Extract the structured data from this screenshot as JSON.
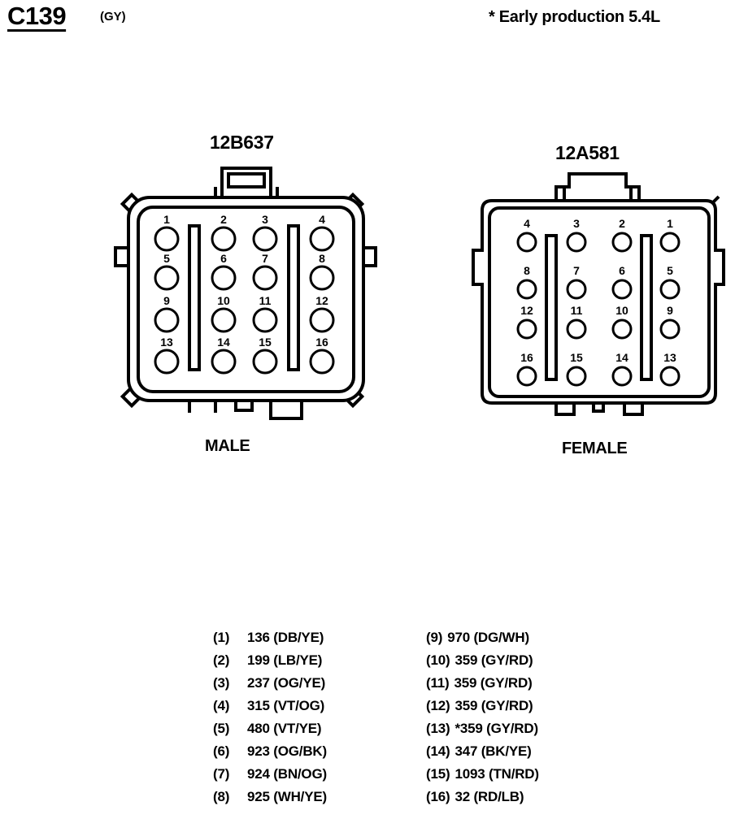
{
  "connector": {
    "id": "C139",
    "color_code": "(GY)",
    "note": "* Early production 5.4L"
  },
  "male": {
    "part_number": "12B637",
    "label": "MALE"
  },
  "female": {
    "part_number": "12A581",
    "label": "FEMALE"
  },
  "pins": [
    {
      "num": "(1)",
      "circuit": "136 (DB/YE)"
    },
    {
      "num": "(2)",
      "circuit": "199 (LB/YE)"
    },
    {
      "num": "(3)",
      "circuit": "237 (OG/YE)"
    },
    {
      "num": "(4)",
      "circuit": "315 (VT/OG)"
    },
    {
      "num": "(5)",
      "circuit": "480 (VT/YE)"
    },
    {
      "num": "(6)",
      "circuit": "923 (OG/BK)"
    },
    {
      "num": "(7)",
      "circuit": "924 (BN/OG)"
    },
    {
      "num": "(8)",
      "circuit": "925 (WH/YE)"
    },
    {
      "num": "(9)",
      "circuit": "970 (DG/WH)"
    },
    {
      "num": "(10)",
      "circuit": "359 (GY/RD)"
    },
    {
      "num": "(11)",
      "circuit": "359 (GY/RD)"
    },
    {
      "num": "(12)",
      "circuit": "359 (GY/RD)"
    },
    {
      "num": "(13)",
      "circuit": "*359 (GY/RD)"
    },
    {
      "num": "(14)",
      "circuit": "347 (BK/YE)"
    },
    {
      "num": "(15)",
      "circuit": "1093 (TN/RD)"
    },
    {
      "num": "(16)",
      "circuit": "32 (RD/LB)"
    }
  ],
  "male_pin_labels": [
    "1",
    "2",
    "3",
    "4",
    "5",
    "6",
    "7",
    "8",
    "9",
    "10",
    "11",
    "12",
    "13",
    "14",
    "15",
    "16"
  ],
  "female_pin_labels": [
    "4",
    "3",
    "2",
    "1",
    "8",
    "7",
    "6",
    "5",
    "12",
    "11",
    "10",
    "9",
    "16",
    "15",
    "14",
    "13"
  ]
}
